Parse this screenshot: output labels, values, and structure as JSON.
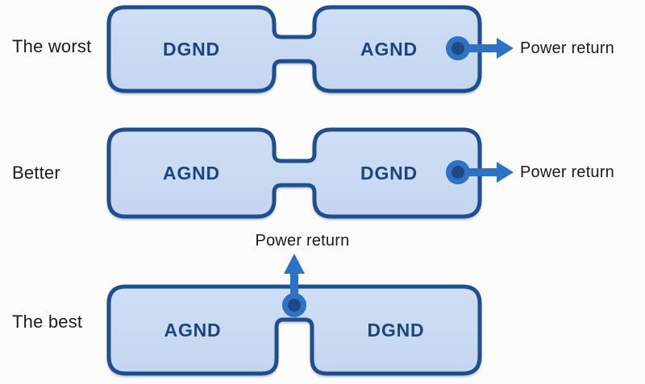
{
  "rows": [
    {
      "quality_label": "The worst",
      "left_plane": "DGND",
      "right_plane": "AGND",
      "power_return": "Power return",
      "arrow_direction": "right"
    },
    {
      "quality_label": "Better",
      "left_plane": "AGND",
      "right_plane": "DGND",
      "power_return": "Power return",
      "arrow_direction": "right"
    },
    {
      "quality_label": "The best",
      "left_plane": "AGND",
      "right_plane": "DGND",
      "power_return": "Power return",
      "arrow_direction": "up"
    }
  ],
  "colors": {
    "plane_fill_top": "#cedef6",
    "plane_fill_bottom": "#c4d6f0",
    "plane_border": "#1f4e8f",
    "plane_text": "#1e4480",
    "arrow": "#2e72c4",
    "dot_outer": "#2e72c4",
    "dot_inner": "#1d4a85",
    "label_text": "#1c1c1c",
    "background": "#fbfbf9"
  }
}
